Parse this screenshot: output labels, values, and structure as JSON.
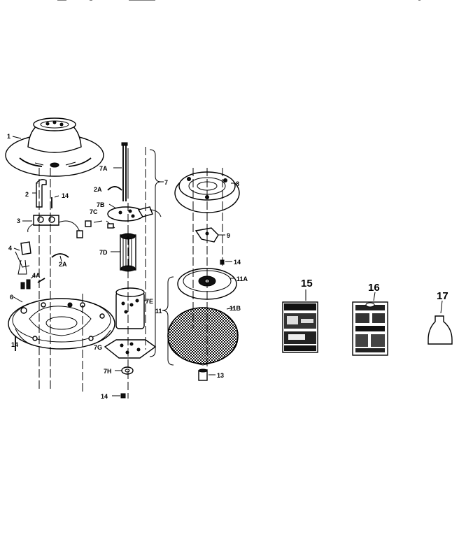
{
  "labels": {
    "l1": "1",
    "l2": "2",
    "l14a": "14",
    "l3": "3",
    "l4": "4",
    "l2a_left": "2A",
    "l4a": "4A",
    "l6": "6",
    "l14b": "14",
    "l7a": "7A",
    "l2a_mid": "2A",
    "l7b": "7B",
    "l7c": "7C",
    "l7d": "7D",
    "l7e": "7E",
    "l7g": "7G",
    "l7h": "7H",
    "l14c": "14",
    "l7": "7",
    "l8": "8",
    "l9": "9",
    "l14d": "14",
    "l11a": "11A",
    "l11": "11",
    "l11b": "11B",
    "l13": "13",
    "l15": "15",
    "l16": "16",
    "l17": "17"
  }
}
